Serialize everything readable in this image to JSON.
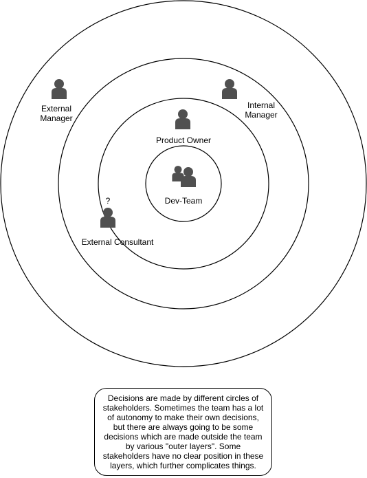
{
  "diagram": {
    "rings": [
      "outer",
      "middle",
      "inner",
      "core"
    ],
    "actors": {
      "dev_team": {
        "label": "Dev-Team",
        "icon": "group-icon"
      },
      "product_owner": {
        "label": "Product Owner",
        "icon": "person-icon"
      },
      "internal_manager": {
        "label_line1": "Internal",
        "label_line2": "Manager",
        "icon": "person-icon"
      },
      "external_manager": {
        "label_line1": "External",
        "label_line2": "Manager",
        "icon": "person-icon"
      },
      "external_consultant": {
        "label": "External Consultant",
        "marker": "?",
        "icon": "person-icon"
      }
    },
    "caption": "Decisions are made by different circles of stakeholders. Sometimes the team has a lot of autonomy to make their own decisions, but there are always going to be some decisions which are made outside the team by various \"outer layers\". Some stakeholders have no clear position in these layers, which further complicates things.",
    "colors": {
      "stroke": "#000000",
      "icon": "#505050",
      "background": "#ffffff"
    }
  }
}
